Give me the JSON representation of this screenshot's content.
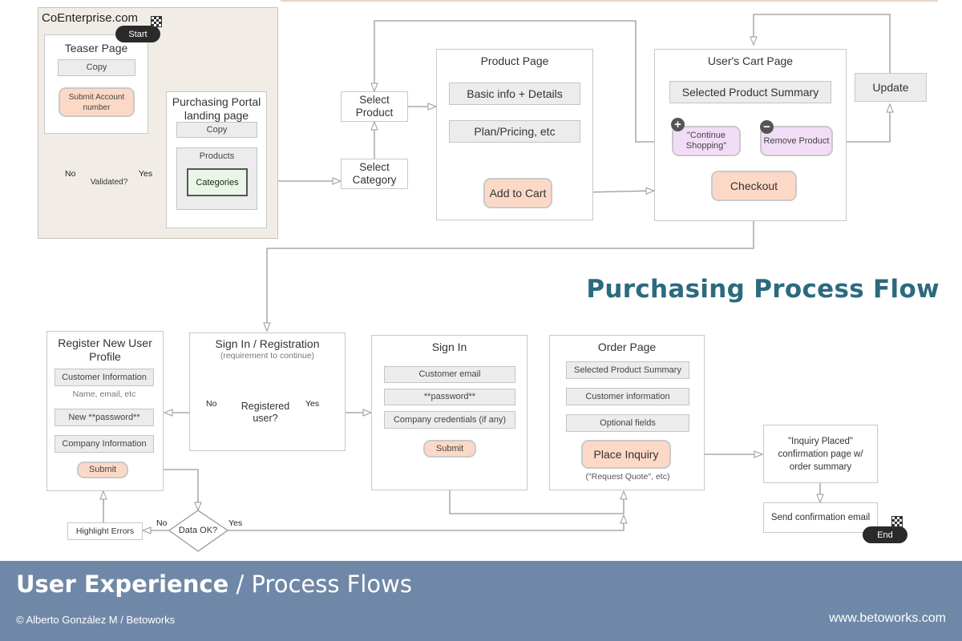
{
  "diagram": {
    "heading": "Purchasing Process Flow",
    "region": {
      "title": "CoEnterprise.com"
    },
    "start_label": "Start",
    "end_label": "End",
    "teaser": {
      "title": "Teaser Page",
      "copy": "Copy",
      "submit": "Submit Account number"
    },
    "validated": {
      "text": "Validated?",
      "no": "No",
      "yes": "Yes"
    },
    "portal": {
      "title": "Purchasing Portal landing page",
      "copy": "Copy",
      "products": "Products",
      "categories": "Categories"
    },
    "select_product": "Select Product",
    "select_category": "Select Category",
    "product_page": {
      "title": "Product Page",
      "basic": "Basic info + Details",
      "plan": "Plan/Pricing, etc",
      "add_to_cart": "Add to Cart"
    },
    "cart": {
      "title": "User's Cart Page",
      "summary": "Selected Product Summary",
      "continue": "\"Continue Shopping\"",
      "remove": "Remove Product",
      "checkout": "Checkout"
    },
    "update": "Update",
    "signin_reg": {
      "title": "Sign In / Registration",
      "subtitle": "(requirement to continue)",
      "question": "Registered user?",
      "no": "No",
      "yes": "Yes"
    },
    "register": {
      "title": "Register New User Profile",
      "customer_info": "Customer Information",
      "customer_note": "Name, email, etc",
      "password": "New **password**",
      "company": "Company Information",
      "submit": "Submit"
    },
    "data_ok": {
      "question": "Data OK?",
      "no": "No",
      "yes": "Yes"
    },
    "highlight": "Highlight Errors",
    "signin": {
      "title": "Sign In",
      "email": "Customer email",
      "password": "**password**",
      "credentials": "Company credentials (if any)",
      "submit": "Submit"
    },
    "order": {
      "title": "Order Page",
      "summary": "Selected Product Summary",
      "customer": "Customer information",
      "optional": "Optional fields",
      "place": "Place Inquiry",
      "note": "(\"Request Quote\", etc)"
    },
    "inquiry_placed": "\"Inquiry Placed\" confirmation page w/ order summary",
    "send_confirmation": "Send confirmation email"
  },
  "footer": {
    "title_bold": "User Experience",
    "title_rest": " / Process Flows",
    "credit": "© Alberto González M / Betoworks",
    "site": "www.betoworks.com"
  },
  "colors": {
    "accent_heading": "#2b6a7f",
    "footer_bg": "#7088a8",
    "action_box": "#fcd9c7",
    "cart_action_box": "#f2ddf7",
    "category_box": "#e9f7e6",
    "region_bg": "#f1ede6"
  },
  "icons": [
    "start-flag-icon",
    "end-flag-icon",
    "plus-icon",
    "minus-icon",
    "arrow-icon"
  ]
}
